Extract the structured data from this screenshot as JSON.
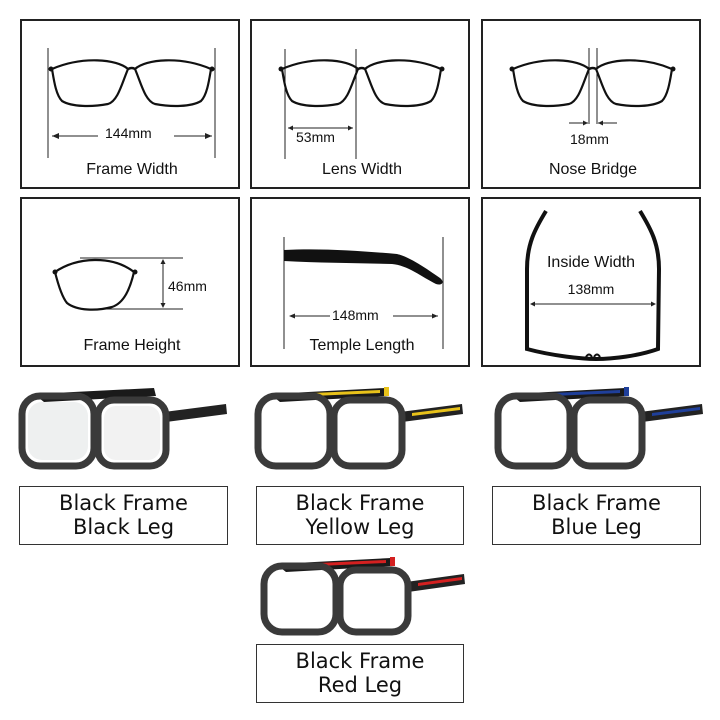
{
  "measurements": [
    {
      "id": "frame-width",
      "label": "Frame Width",
      "value": "144mm"
    },
    {
      "id": "lens-width",
      "label": "Lens Width",
      "value": "53mm"
    },
    {
      "id": "nose-bridge",
      "label": "Nose Bridge",
      "value": "18mm"
    },
    {
      "id": "frame-height",
      "label": "Frame Height",
      "value": "46mm"
    },
    {
      "id": "temple-length",
      "label": "Temple Length",
      "value": "148mm"
    },
    {
      "id": "inside-width",
      "label": "Inside Width",
      "value": "138mm"
    }
  ],
  "variants": [
    {
      "line1": "Black Frame",
      "line2": "Black Leg",
      "leg_color": "#1a1a1a"
    },
    {
      "line1": "Black Frame",
      "line2": "Yellow Leg",
      "leg_color": "#e8c21a"
    },
    {
      "line1": "Black Frame",
      "line2": "Blue Leg",
      "leg_color": "#1f3f9a"
    },
    {
      "line1": "Black Frame",
      "line2": "Red Leg",
      "leg_color": "#d42020"
    }
  ]
}
